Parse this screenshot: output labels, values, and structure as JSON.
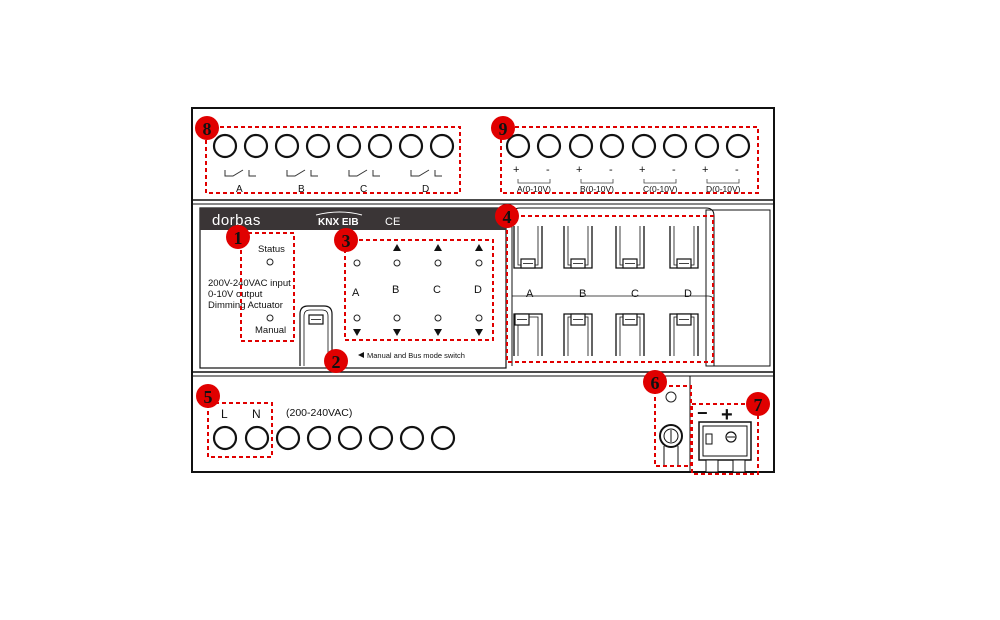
{
  "device": {
    "brand": "dorbas",
    "knx_logo": "KNX EIB",
    "ce_mark": "CE",
    "description_lines": [
      "200V-240VAC input",
      "0-10V output",
      "Dimming Actuator"
    ],
    "status_label": "Status",
    "manual_label": "Manual",
    "mode_switch_note": "Manual and Bus mode switch",
    "power_input_label": "(200-240VAC)",
    "power_terminal_labels": [
      "L",
      "N"
    ]
  },
  "relay_outputs": {
    "channels": [
      "A",
      "B",
      "C",
      "D"
    ]
  },
  "analog_outputs": {
    "polarity": [
      "+",
      "-"
    ],
    "channels": [
      "A(0-10V)",
      "B(0-10V)",
      "C(0-10V)",
      "D(0-10V)"
    ]
  },
  "channel_leds": {
    "channels": [
      "A",
      "B",
      "C",
      "D"
    ]
  },
  "manual_buttons": {
    "channels": [
      "A",
      "B",
      "C",
      "D"
    ]
  },
  "bus_connector": {
    "polarity": [
      "−",
      "+"
    ]
  },
  "callouts": [
    "1",
    "2",
    "3",
    "4",
    "5",
    "6",
    "7",
    "8",
    "9"
  ],
  "colors": {
    "callout_fill": "#e00000",
    "highlight_box": "#e00000",
    "label_strip": "#3a3536"
  }
}
